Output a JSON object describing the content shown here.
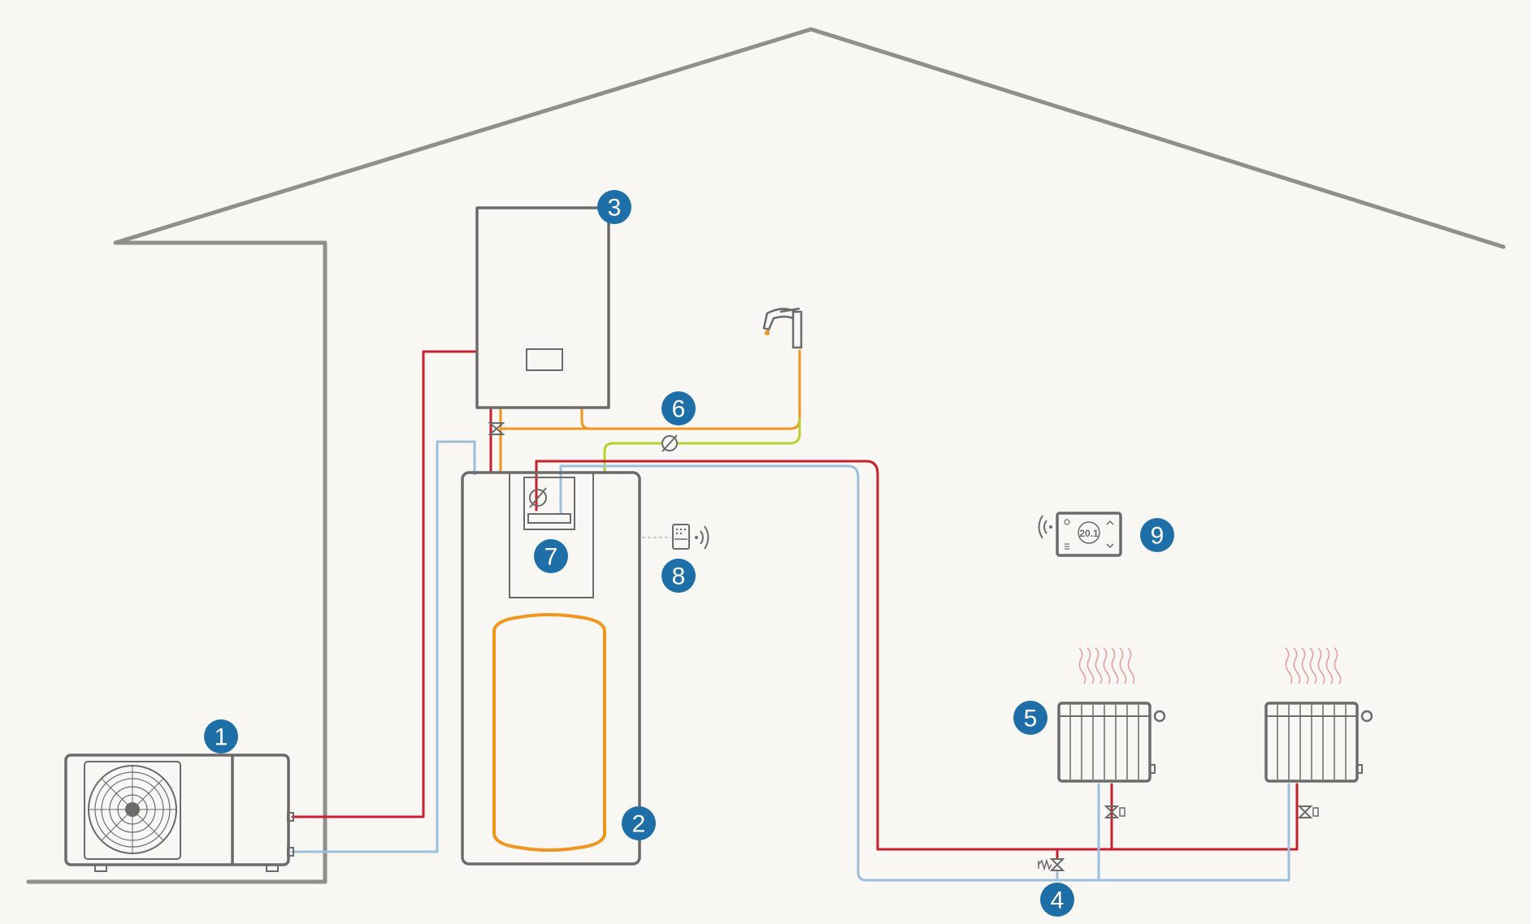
{
  "diagram": {
    "colors": {
      "background": "#f8f7f3",
      "house_outline": "#8f8f8b",
      "device_outline": "#6b6b6b",
      "hot_flow": "#c8202f",
      "cold_return": "#9bbfdc",
      "domestic_hot_water": "#f0961e",
      "domestic_cold_water": "#b6d12e",
      "badge": "#1e6fa8"
    },
    "badges": [
      {
        "id": "badge-1",
        "label": "1"
      },
      {
        "id": "badge-2",
        "label": "2"
      },
      {
        "id": "badge-3",
        "label": "3"
      },
      {
        "id": "badge-4",
        "label": "4"
      },
      {
        "id": "badge-5",
        "label": "5"
      },
      {
        "id": "badge-6",
        "label": "6"
      },
      {
        "id": "badge-7",
        "label": "7"
      },
      {
        "id": "badge-8",
        "label": "8"
      },
      {
        "id": "badge-9",
        "label": "9"
      }
    ],
    "thermostat": {
      "display_text": "20.1"
    },
    "icons": [
      "outdoor-unit-fan-icon",
      "wall-boiler-icon",
      "faucet-icon",
      "radiator-icon",
      "thermostat-icon",
      "wireless-signal-icon",
      "valve-icon",
      "pump-icon"
    ]
  }
}
